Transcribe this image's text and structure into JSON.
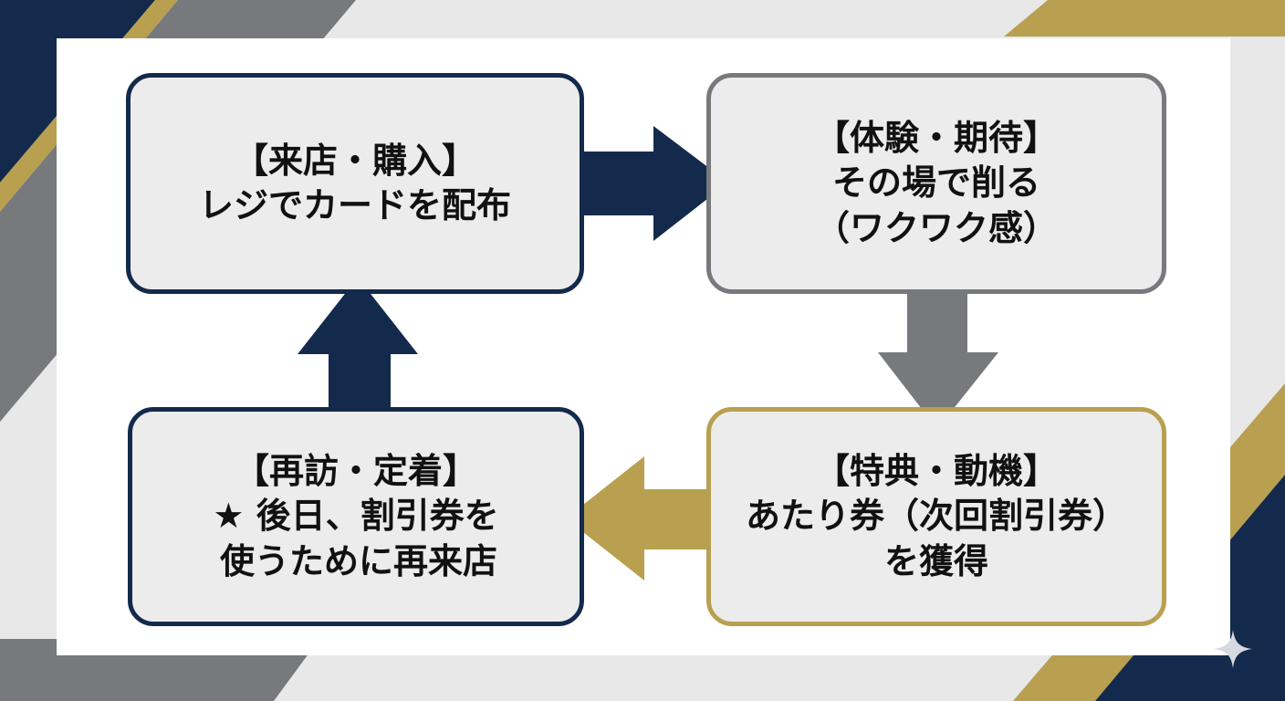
{
  "colors": {
    "navy": "#142a4c",
    "gray": "#77797c",
    "gold": "#b8a050",
    "card_fill": "#ececec",
    "text": "#111111"
  },
  "steps": {
    "visit": {
      "title": "【来店・購入】",
      "line1": "レジでカードを配布"
    },
    "experience": {
      "title": "【体験・期待】",
      "line1": "その場で削る",
      "line2": "（ワクワク感）"
    },
    "benefit": {
      "title": "【特典・動機】",
      "line1": "あたり券（次回割引券）",
      "line2": "を獲得"
    },
    "revisit": {
      "title": "【再訪・定着】",
      "line1": "★ 後日、割引券を",
      "line2": "使うために再来店"
    }
  },
  "icons": {
    "sparkle": "sparkle-icon",
    "arrow_right": "arrow-right-icon",
    "arrow_down": "arrow-down-icon",
    "arrow_left": "arrow-left-icon",
    "arrow_up": "arrow-up-icon"
  }
}
